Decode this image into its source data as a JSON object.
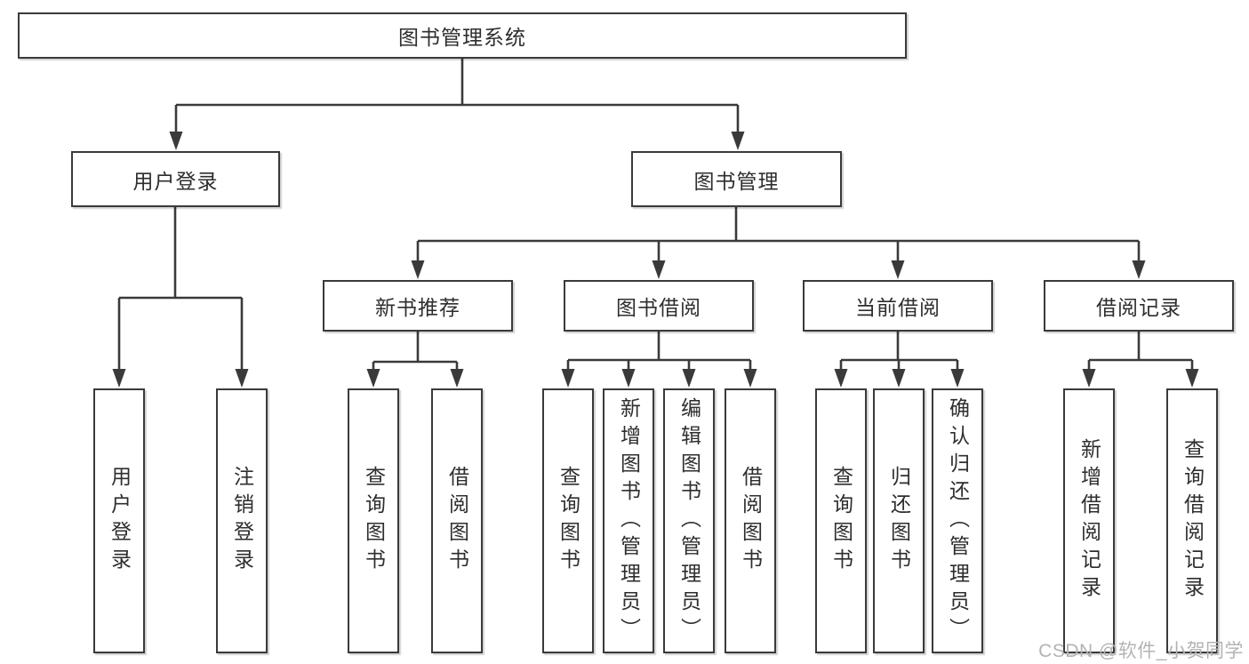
{
  "tree": {
    "root": {
      "label": "图书管理系统"
    },
    "branches": [
      {
        "label": "用户登录",
        "children": [
          "用户登录",
          "注销登录"
        ]
      },
      {
        "label": "图书管理",
        "children": [
          {
            "label": "新书推荐",
            "children": [
              "查询图书",
              "借阅图书"
            ]
          },
          {
            "label": "图书借阅",
            "children": [
              "查询图书",
              "新增图书（管理员）",
              "编辑图书（管理员）",
              "借阅图书"
            ]
          },
          {
            "label": "当前借阅",
            "children": [
              "查询图书",
              "归还图书",
              "确认归还（管理员）"
            ]
          },
          {
            "label": "借阅记录",
            "children": [
              "新增借阅记录",
              "查询借阅记录"
            ]
          }
        ]
      }
    ]
  },
  "watermark": "CSDN @软件_小贺同学",
  "colors": {
    "line": "#3a3a3a",
    "text": "#2e2e2e",
    "bg": "#ffffff",
    "watermark": "#b3b3b3"
  }
}
